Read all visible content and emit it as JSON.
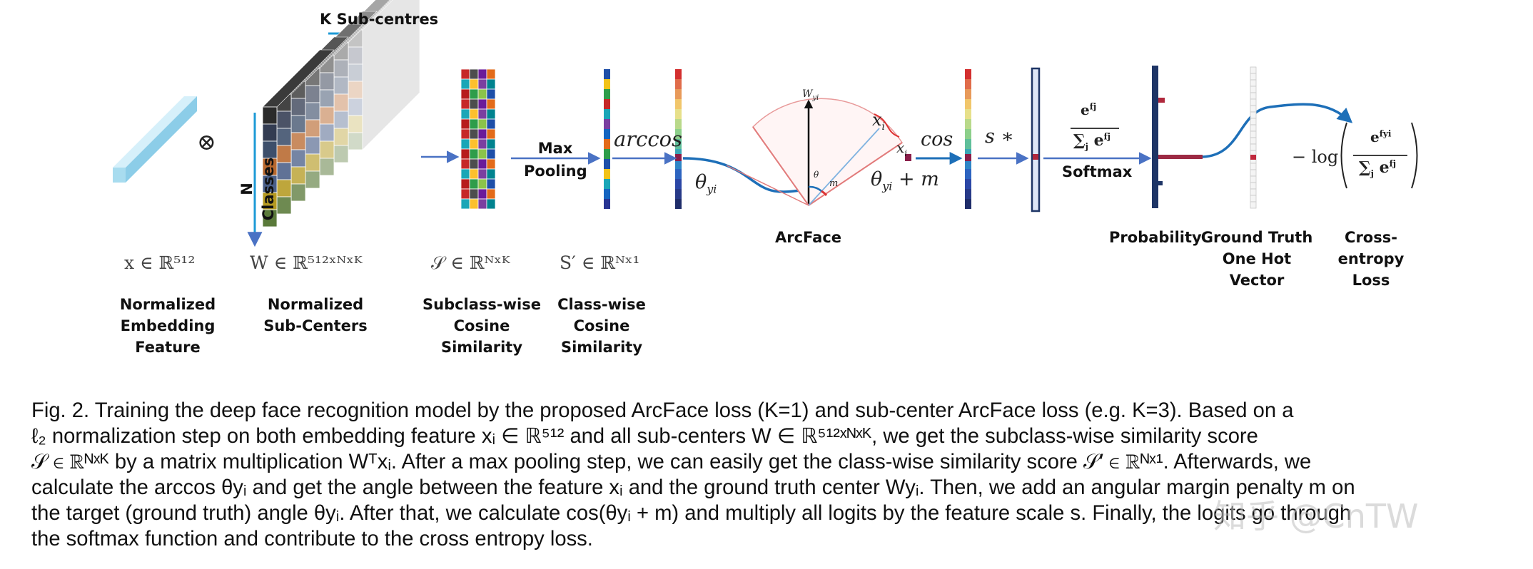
{
  "figure": {
    "top_labels": {
      "k_subcentres": "K Sub-centres",
      "n_classes": "N Classes",
      "otimes": "⊗",
      "max_pooling": [
        "Max",
        "Pooling"
      ],
      "arccos": "arccos",
      "theta_yi": "θ",
      "theta_yi_sub": "yi",
      "theta_plus_m": "θ",
      "theta_plus_m_sub": "yi",
      "theta_plus_m_tail": " + m",
      "cos": "cos",
      "s_star": "s ∗",
      "softmax": "Softmax",
      "arcface": "ArcFace",
      "probability": "Probability",
      "ground_truth": [
        "Ground Truth",
        "One Hot Vector"
      ],
      "cross_entropy": [
        "Cross-entropy",
        "Loss"
      ],
      "arc_w": "W",
      "arc_w_sub": "yi",
      "arc_x1": "x",
      "arc_x2": "x",
      "arc_xi_sub": "i",
      "arc_theta": "θ",
      "arc_m": "m",
      "softmax_num": "e",
      "softmax_num_sup": "fj",
      "softmax_den": "∑",
      "softmax_den_sub": "j",
      "loss_prefix": "− log",
      "loss_num_sup": "fyi"
    },
    "math_labels": {
      "x": "x ∈ ℝ⁵¹²",
      "w": "W ∈ ℝ⁵¹²ˣᴺˣᴷ",
      "s": "𝒮 ∈ ℝᴺˣᴷ",
      "s_prime": "S′ ∈ ℝᴺˣ¹"
    },
    "bottom_labels": {
      "embedding": [
        "Normalized",
        "Embedding",
        "Feature"
      ],
      "subcenters": [
        "Normalized",
        "Sub-Centers"
      ],
      "subclass": [
        "Subclass-wise",
        "Cosine",
        "Similarity"
      ],
      "classwise": [
        "Class-wise",
        "Cosine",
        "Similarity"
      ]
    },
    "colors": {
      "arrow_blue": "#4a72c4",
      "curve_blue": "#1d6fb8",
      "dark_navy": "#1e3566",
      "marker_red": "#b0283c",
      "arc_red": "#e27b7b",
      "embed_cyan": "#a8dcef"
    }
  },
  "caption": {
    "lines": [
      "Fig. 2. Training the deep face recognition model by the proposed ArcFace loss (K=1) and sub-center ArcFace loss (e.g. K=3). Based on a",
      "ℓ₂ normalization step on both embedding feature xᵢ ∈ ℝ⁵¹² and all sub-centers W ∈ ℝ⁵¹²ˣᴺˣᴷ, we get the subclass-wise similarity score",
      "𝒮 ∈ ℝᴺˣᴷ by a matrix multiplication Wᵀxᵢ. After a max pooling step, we can easily get the class-wise similarity score 𝒮′ ∈ ℝᴺˣ¹. Afterwards, we",
      "calculate the arccos θyᵢ and get the angle between the feature xᵢ and the ground truth center Wyᵢ. Then, we add an angular margin penalty m on",
      "the target (ground truth) angle θyᵢ. After that, we calculate cos(θyᵢ + m) and multiply all logits by the feature scale s. Finally, the logits go through",
      "the softmax function and contribute to the cross entropy loss."
    ]
  },
  "watermark": "知乎 @CnTW"
}
